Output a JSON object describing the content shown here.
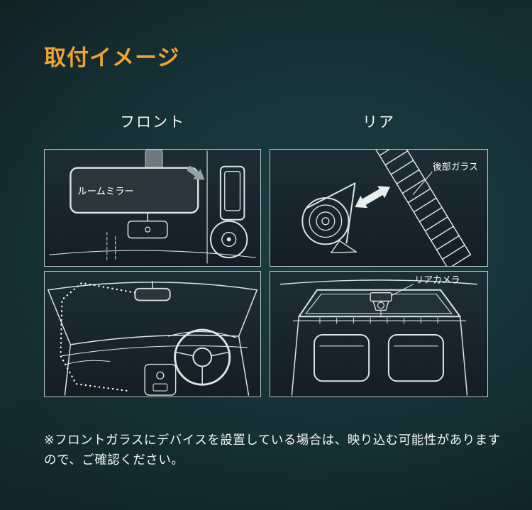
{
  "header": {
    "title": "取付イメージ"
  },
  "columns": {
    "front": "フロント",
    "rear": "リア"
  },
  "panels": {
    "front_mirror": {
      "label": "ルームミラー"
    },
    "rear_device": {
      "label": "後部ガラス"
    },
    "rear_cabin": {
      "label": "リアカメラ"
    }
  },
  "note": {
    "text": "※フロントガラスにデバイスを設置している場合は、映り込む可能性がありますので、ご確認ください。"
  },
  "colors": {
    "accent": "#f0a22e",
    "line": "#dce5e7",
    "panel_bg": "#1a262e"
  }
}
